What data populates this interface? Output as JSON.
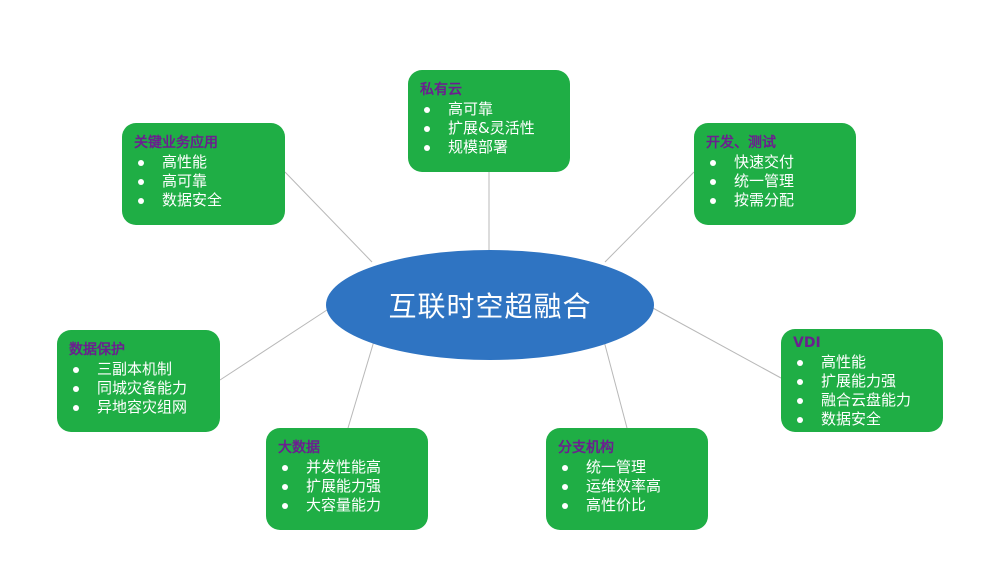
{
  "center": {
    "title": "互联时空超融合"
  },
  "nodes": {
    "private_cloud": {
      "title": "私有云",
      "items": [
        "高可靠",
        "扩展&灵活性",
        "规模部署"
      ]
    },
    "critical_apps": {
      "title": "关键业务应用",
      "items": [
        "高性能",
        "高可靠",
        "数据安全"
      ]
    },
    "dev_test": {
      "title": "开发、测试",
      "items": [
        "快速交付",
        "统一管理",
        "按需分配"
      ]
    },
    "data_protection": {
      "title": "数据保护",
      "items": [
        "三副本机制",
        "同城灾备能力",
        "异地容灾组网"
      ]
    },
    "vdi": {
      "title": "VDI",
      "items": [
        "高性能",
        "扩展能力强",
        "融合云盘能力",
        "数据安全"
      ]
    },
    "big_data": {
      "title": "大数据",
      "items": [
        "并发性能高",
        "扩展能力强",
        "大容量能力"
      ]
    },
    "branch": {
      "title": "分支机构",
      "items": [
        "统一管理",
        "运维效率高",
        "高性价比"
      ]
    }
  },
  "colors": {
    "hub": "#2f74c2",
    "node_fill": "#1fae45",
    "node_title": "#6b1f8f",
    "connector": "#b8b8b8"
  }
}
